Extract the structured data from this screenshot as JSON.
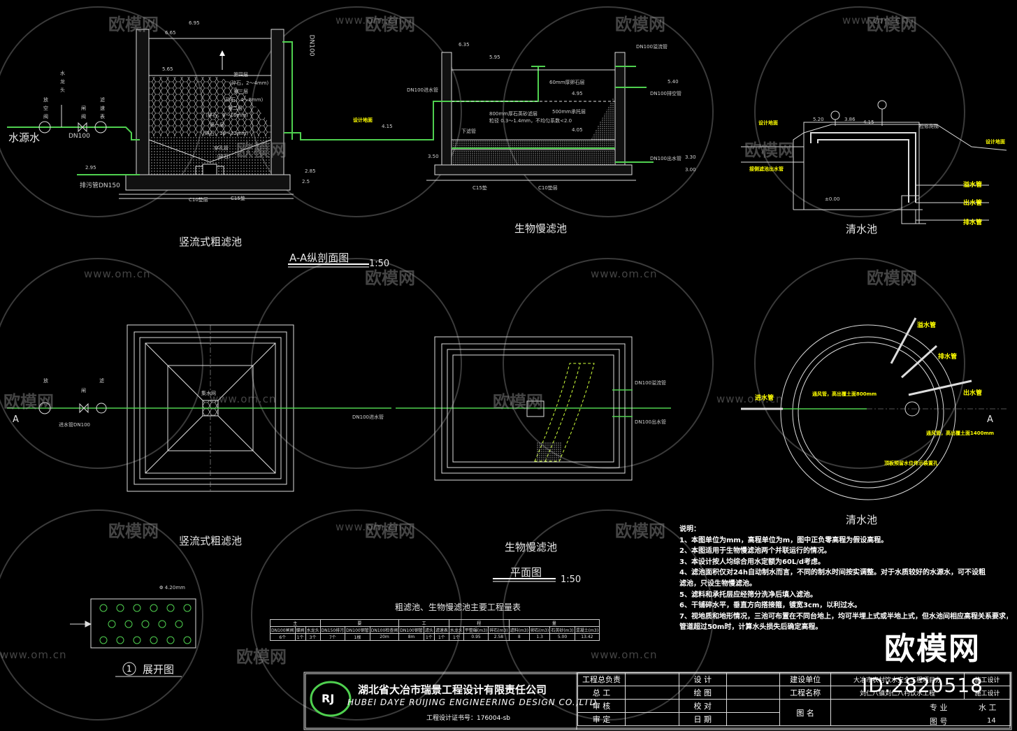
{
  "watermarks": {
    "site": "www.om.cn",
    "brand": "欧模网"
  },
  "brand": {
    "name": "欧模网",
    "id": "ID:2820518"
  },
  "section_title": "A-A纵剖面图",
  "section_scale": "1:50",
  "plan_title": "平面图",
  "plan_scale": "1:50",
  "coarse_filter": {
    "title": "竖流式粗滤池",
    "plan_title": "竖流式粗滤池",
    "levels": [
      "6.95",
      "6.65",
      "5.65",
      "4.15",
      "2.95",
      "2.85",
      "2.5"
    ],
    "layers": [
      "第四层",
      "（碎石，2～4mm)",
      "第三层",
      "（碎石，4～8mm)",
      "第二层",
      "（碎石，8～16mm)",
      "第一层",
      "（碎石，16～32mm)",
      "穿孔管",
      "（碎石）"
    ],
    "pipe_dn100": "DN100",
    "source": "水源水",
    "source_dn": "DN100",
    "drain": "排污管DN150",
    "valves": [
      "放",
      "空",
      "阀",
      "闸",
      "阀",
      "滤",
      "速",
      "表",
      "水",
      "龙",
      "头"
    ],
    "concrete": [
      "C10垫层",
      "C15垫"
    ],
    "plan_label": "集水网",
    "plan_inlet": "进水管DN100",
    "plan_pipe": "DN100进水管"
  },
  "slow_filter": {
    "title": "生物慢滤池",
    "plan_title": "生物慢滤池",
    "levels": [
      "6.35",
      "5.95",
      "5.40",
      "4.95",
      "4.05",
      "4.15",
      "3.50",
      "3.30",
      "3.00"
    ],
    "pipes": [
      "DN100进水管",
      "DN100溢流管",
      "DN100排空管",
      "DN100出水管",
      "DN100溢流管",
      "DN100出水管"
    ],
    "labels": [
      "设计地面",
      "60mm厚卵石层",
      "800mm厚石英砂滤层",
      "粒径 0.3～1.4mm，不均匀系数<2.0",
      "500mm承托层",
      "下滤管"
    ],
    "concrete": [
      "C15垫",
      "C10垫层"
    ]
  },
  "clear_tank": {
    "title": "清水池",
    "plan_title": "清水池",
    "levels": [
      "5.20",
      "3.86",
      "4.15",
      "±0.00"
    ],
    "labels": [
      "设计地面",
      "设计地面",
      "检修爬梯",
      "接侧滤池出水管"
    ],
    "pipes": [
      "溢水管",
      "出水管",
      "排水管"
    ],
    "plan_labels": [
      "进水管",
      "溢水管",
      "排水管",
      "出水管",
      "通风管，高出覆土面800mm",
      "通风管，高出覆土面1400mm",
      "顶板预留水位传示装置孔"
    ],
    "section_mark": "A"
  },
  "unfold": {
    "title": "展开图",
    "num": "1",
    "spacing": "Φ 4.20mm"
  },
  "quantity_table": {
    "title": "粗滤池、生物慢滤池主要工程量表",
    "headers": [
      "主",
      "要",
      "工",
      "程",
      "量"
    ],
    "subheaders": [
      "DN100闸阀",
      "蝶阀",
      "水龙头",
      "DN150排污",
      "DN100钢管",
      "DN100检查阀",
      "DN100钢管",
      "滤头",
      "滤速表",
      "水龙头",
      "平整碾(m3)",
      "碎石(m3)",
      "滤料(m3)",
      "卵石(m3)",
      "石英砂(m3)",
      "混凝土(m3)"
    ],
    "values": [
      "6个",
      "1个",
      "3个",
      "7个",
      "1根",
      "20m",
      "8m",
      "1个",
      "1个",
      "1个",
      "0.95",
      "2.58",
      "8",
      "1.3",
      "5.00",
      "13.42"
    ]
  },
  "notes": {
    "title": "说明：",
    "items": [
      "1、本图单位为mm，高程单位为m，图中正负零高程为假设高程。",
      "2、本图适用于生物慢滤池两个并联运行的情况。",
      "3、本设计按人均综合用水定额为60L/d考虑。",
      "4、滤池面积仅对24h自动制水而言，不同的制水时间按实调整。对于水质较好的水源水，可不设粗",
      "   滤池，只设生物慢滤池。",
      "5、滤料和承托层应经筛分洗净后填入滤池。",
      "6、干铺碎水平，垂直方向搭接箍，镀宽3cm，以利过水。",
      "7、视地质和地形情况，三池可布置在不同台地上，均可半埋上式或半地上式，但水池间相应高程关系要求，",
      "   管道超过50m时，计算水头损失后确定高程。"
    ]
  },
  "titleblock": {
    "company": "湖北省大冶市瑞景工程设计有限责任公司",
    "company_en": "HUBEI DAYE RUIJING ENGINEERING DESIGN CO.,LTD",
    "cert": "工程设计证书号：176004-sb",
    "logo": "RJ",
    "rows": [
      [
        "工程总负责",
        "",
        "设 计",
        "",
        "建设单位",
        "大冶市农村饮水安全工程项目办",
        "施工设计"
      ],
      [
        "总 工",
        "",
        "绘 图",
        "",
        "工程名称",
        "刘仁八镇刘仁八村饮水工程",
        "施工设计"
      ],
      [
        "审 核",
        "",
        "校 对",
        "",
        "图 名",
        "",
        ""
      ],
      [
        "审 定",
        "",
        "日 期",
        "",
        "",
        "专 业",
        "水 工"
      ],
      [
        "",
        "",
        "",
        "",
        "",
        "图 号",
        "14"
      ]
    ]
  }
}
